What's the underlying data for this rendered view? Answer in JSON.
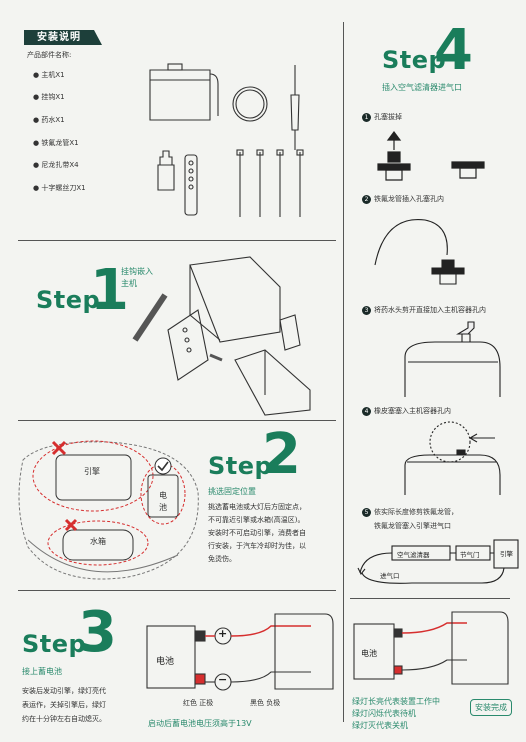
{
  "install_section": {
    "badge": "安装说明",
    "parts_heading": "产品部件名称:",
    "parts": [
      "主机X1",
      "挂钩X1",
      "药水X1",
      "铁氟龙管X1",
      "尼龙扎带X4",
      "十字螺丝刀X1"
    ]
  },
  "step1": {
    "word": "Step",
    "number": "1",
    "caption_line1": "挂钩嵌入",
    "caption_line2": "主机"
  },
  "step2": {
    "word": "Step",
    "number": "2",
    "title": "挑选固定位置",
    "lines": [
      "挑选蓄电池或大灯后方固定点，",
      "不可靠近引擎或水箱(高温区)。",
      "安装时不可启动引擎，消费者自",
      "行安装，于汽车冷却时为佳，以",
      "免烫伤。"
    ],
    "label_engine": "引擎",
    "label_battery_1": "电",
    "label_battery_2": "池",
    "label_tank": "水箱"
  },
  "step3": {
    "word": "Step",
    "number": "3",
    "title": "接上蓄电池",
    "lines": [
      "安装后发动引擎，绿灯亮代",
      "表运作，关掉引擎后，绿灯",
      "约在十分钟左右自动熄灭。"
    ],
    "battery": "电池",
    "plus": "+",
    "minus": "−",
    "wire_red": "红色 正极",
    "wire_black": "黑色 负极",
    "voltage_note": "启动后蓄电池电压须高于13V"
  },
  "step4": {
    "word": "Step",
    "number": "4",
    "subtitle": "插入空气滤清器进气口",
    "s1": "孔塞拔掉",
    "s2": "铁氟龙管插入孔塞孔内",
    "s3": "将药水头剪开直接加入主机容器孔内",
    "s4": "橡皮塞塞入主机容器孔内",
    "s5_line1": "依实际长度修剪铁氟龙管，",
    "s5_line2": "铁氟龙管塞入引擎进气口",
    "air_filter": "空气滤清器",
    "throttle": "节气门",
    "engine": "引擎",
    "intake": "进气口"
  },
  "final": {
    "battery": "电池",
    "led_lines": [
      "绿灯长亮代表装置工作中",
      "绿灯闪烁代表待机",
      "绿灯灭代表关机"
    ],
    "done": "安装完成"
  },
  "colors": {
    "accent": "#1a7d5b",
    "badge": "#1d3f3a",
    "red": "#d62e2e"
  }
}
